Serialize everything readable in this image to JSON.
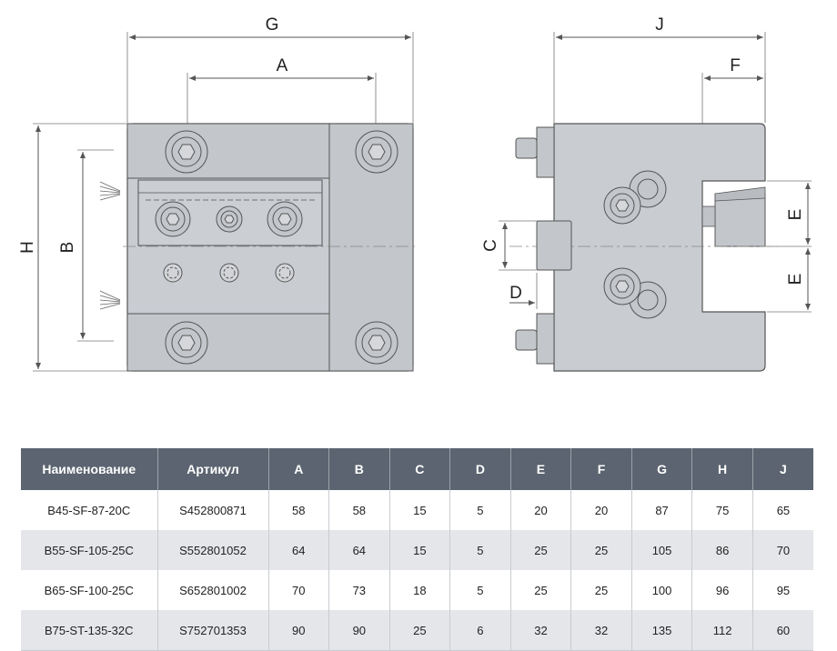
{
  "drawing": {
    "front_view": {
      "labels": {
        "g": "G",
        "a": "A",
        "h": "H",
        "b": "B"
      }
    },
    "side_view": {
      "labels": {
        "j": "J",
        "f": "F",
        "c": "C",
        "d": "D",
        "e_top": "E",
        "e_bottom": "E"
      }
    }
  },
  "table": {
    "headers": [
      "Наименование",
      "Артикул",
      "A",
      "B",
      "C",
      "D",
      "E",
      "F",
      "G",
      "H",
      "J"
    ],
    "rows": [
      [
        "B45-SF-87-20C",
        "S452800871",
        "58",
        "58",
        "15",
        "5",
        "20",
        "20",
        "87",
        "75",
        "65"
      ],
      [
        "B55-SF-105-25C",
        "S552801052",
        "64",
        "64",
        "15",
        "5",
        "25",
        "25",
        "105",
        "86",
        "70"
      ],
      [
        "B65-SF-100-25C",
        "S652801002",
        "70",
        "73",
        "18",
        "5",
        "25",
        "25",
        "100",
        "96",
        "95"
      ],
      [
        "B75-ST-135-32C",
        "S752701353",
        "90",
        "90",
        "25",
        "6",
        "32",
        "32",
        "135",
        "112",
        "60"
      ]
    ]
  }
}
